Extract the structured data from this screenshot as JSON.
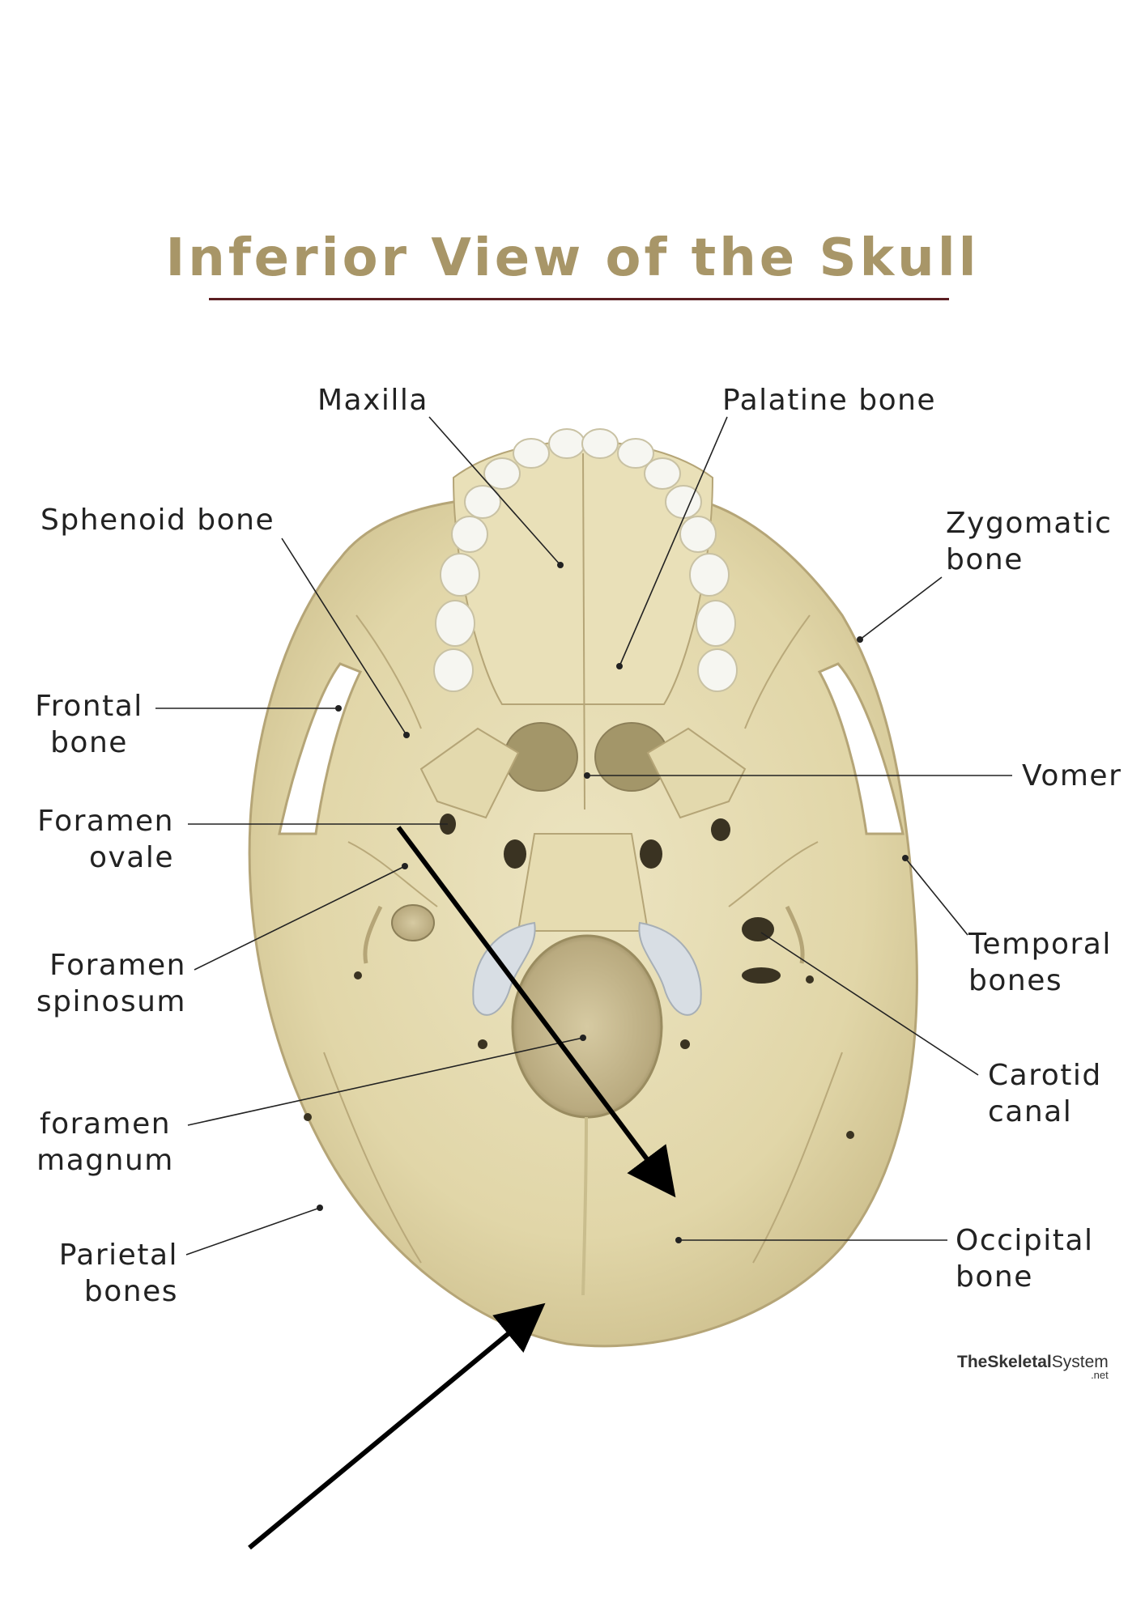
{
  "title": "Inferior View of the Skull",
  "labels": {
    "maxilla": "Maxilla",
    "palatine": "Palatine bone",
    "sphenoid": "Sphenoid bone",
    "zygomatic_1": "Zygomatic",
    "zygomatic_2": "bone",
    "frontal_1": "Frontal",
    "frontal_2": "bone",
    "vomer": "Vomer",
    "ovale_1": "Foramen",
    "ovale_2": "ovale",
    "temporal_1": "Temporal",
    "temporal_2": "bones",
    "spinosum_1": "Foramen",
    "spinosum_2": "spinosum",
    "carotid_1": "Carotid",
    "carotid_2": "canal",
    "magnum_1": "foramen",
    "magnum_2": "magnum",
    "occipital_1": "Occipital",
    "occipital_2": "bone",
    "parietal_1": "Parietal",
    "parietal_2": "bones"
  },
  "watermark": {
    "main_bold": "TheSkeletal",
    "main_regular": "System",
    "suffix": ".net"
  },
  "colors": {
    "title": "#a89668",
    "rule": "#5b1e22",
    "bone": "#e6ddb4",
    "bone_edge": "#b8a97c",
    "cartilage": "#d8dee4",
    "teeth": "#f6f6f1"
  }
}
